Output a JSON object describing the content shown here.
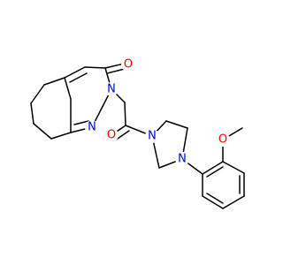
{
  "colors": {
    "background": "#ffffff",
    "bond": "#000000",
    "oxygen": "#ff0000",
    "nitrogen": "#0000ff"
  },
  "atoms": {
    "ketone_oxygen": "O",
    "ring_nitrogen_1": "N",
    "ring_nitrogen_2": "N",
    "amide_oxygen": "O",
    "piperazine_nitrogen_1": "N",
    "piperazine_nitrogen_2": "N",
    "methoxy_oxygen": "O"
  }
}
